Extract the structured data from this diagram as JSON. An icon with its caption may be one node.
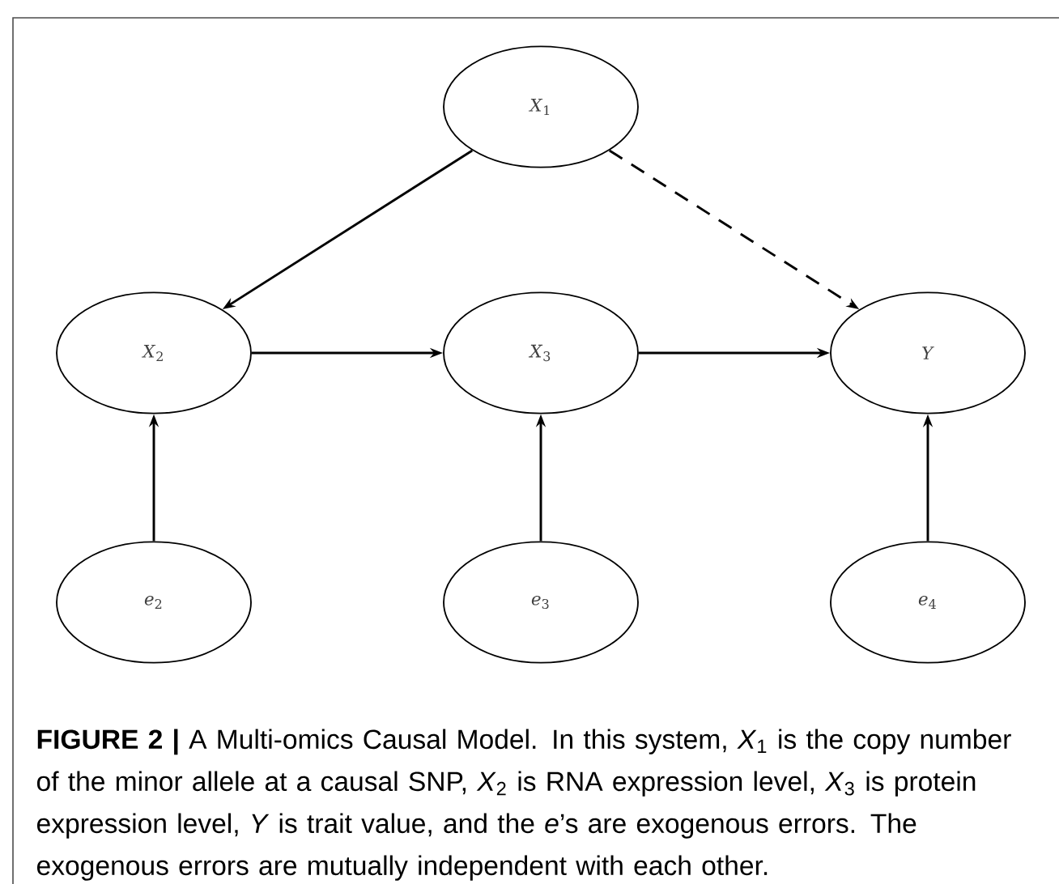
{
  "diagram": {
    "caption": "**FIGURE 2 |** A Multi-omics Causal Model. In this system, *X*$_{1}$ is the copy number of the minor allele at a causal SNP, *X*$_{2}$ is RNA expression level, *X*$_{3}$ is protein expression level, *Y* is trait value, and the *e*’s are exogenous errors. The exogenous errors are mutually independent with each other.",
    "nodes": [
      {
        "text": [
          "*X*$_{1}$"
        ]
      },
      {
        "text": [
          "*X*$_{2}$"
        ]
      },
      {
        "text": [
          "*X*$_{3}$"
        ]
      },
      {
        "text": [
          "*Y*"
        ]
      },
      {
        "text": [
          "*e*$_{2}$"
        ]
      },
      {
        "text": [
          "*e*$_{3}$"
        ]
      },
      {
        "text": [
          "*e*$_{4}$"
        ]
      }
    ],
    "edges": [
      {
        "from": 0,
        "to": 1,
        "arrow": "to"
      },
      {
        "from": 0,
        "to": 3,
        "arrow": "to",
        "style": "dashed"
      },
      {
        "from": 1,
        "to": 2,
        "arrow": "to"
      },
      {
        "from": 2,
        "to": 3,
        "arrow": "to"
      },
      {
        "from": 4,
        "to": 1,
        "arrow": "to"
      },
      {
        "from": 5,
        "to": 2,
        "arrow": "to"
      },
      {
        "from": 6,
        "to": 3,
        "arrow": "to"
      }
    ]
  }
}
